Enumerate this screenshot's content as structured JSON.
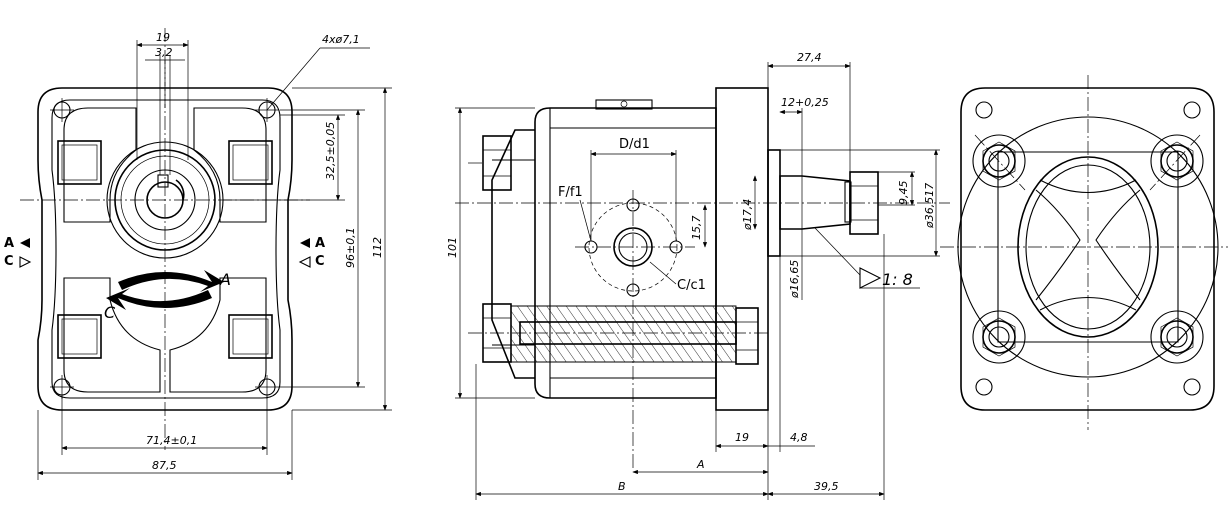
{
  "front_view": {
    "dims": {
      "top_width": "19",
      "key_width": "3,2",
      "holes": "4xø7,1",
      "height_center": "32,5±0,05",
      "hole_pitch_v": "96±0,1",
      "overall_height": "112",
      "hole_pitch_h": "71,4±0,1",
      "overall_width": "87,5"
    },
    "rotation": {
      "label_a": "A",
      "label_c": "C",
      "left_a": "A",
      "left_c": "C",
      "right_a": "A",
      "right_c": "C"
    }
  },
  "side_view": {
    "dims": {
      "shaft_len": "27,4",
      "collar": "12+0,25",
      "port_spacing": "D/d1",
      "port_f": "F/f1",
      "port_c": "C/c1",
      "port_offset": "15,7",
      "dia_17": "ø17,4",
      "dia_16": "ø16,65",
      "dia_36": "ø36,517",
      "thread_len": "9,45",
      "taper": "1: 8",
      "height_101": "101",
      "flange_19": "19",
      "pilot_48": "4,8",
      "dim_a": "A",
      "dim_b": "B",
      "dim_395": "39,5"
    }
  },
  "colors": {
    "line": "#000000",
    "background": "#ffffff"
  }
}
